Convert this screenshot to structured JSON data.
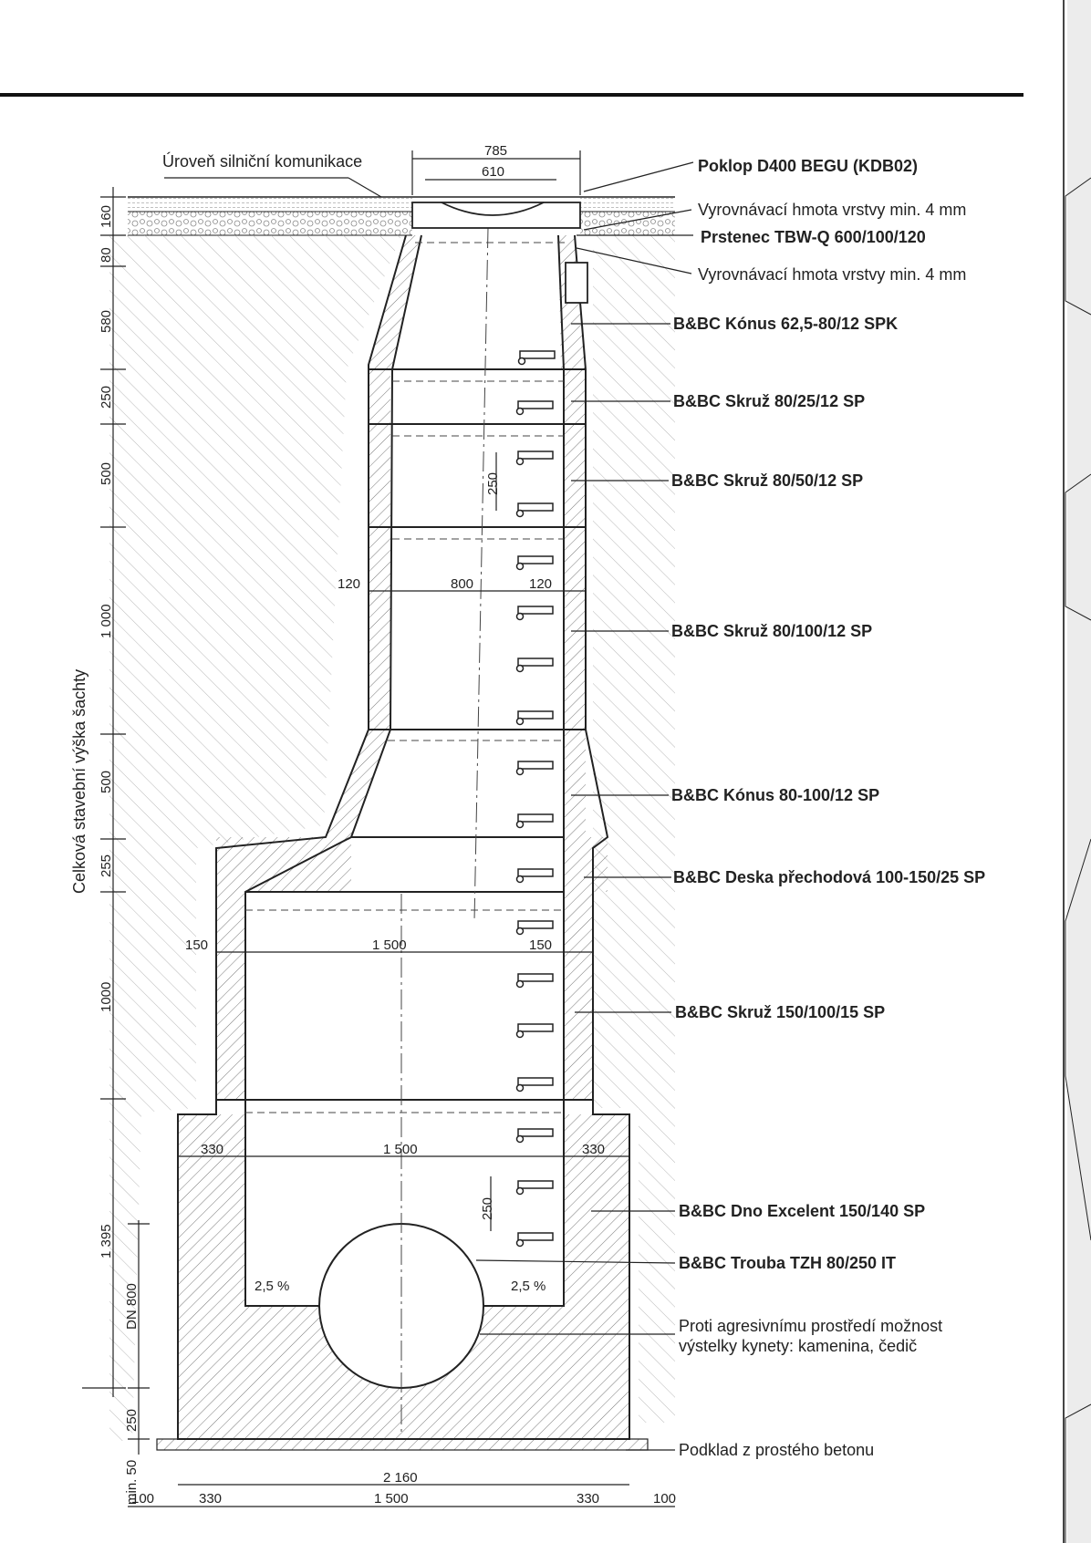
{
  "road_label": "Úroveň silniční komunikace",
  "vertical_title": "Celková stavební výška šachty",
  "components": [
    {
      "label": "Poklop D400 BEGU (KDB02)",
      "bold": true
    },
    {
      "label": "Vyrovnávací hmota vrstvy min. 4 mm",
      "bold": false
    },
    {
      "label": "Prstenec TBW-Q 600/100/120",
      "bold": true
    },
    {
      "label": "Vyrovnávací hmota vrstvy min. 4 mm",
      "bold": false
    },
    {
      "label": "B&BC Kónus 62,5-80/12 SPK",
      "bold": true
    },
    {
      "label": "B&BC Skruž 80/25/12 SP",
      "bold": true
    },
    {
      "label": "B&BC Skruž 80/50/12 SP",
      "bold": true
    },
    {
      "label": "B&BC Skruž 80/100/12 SP",
      "bold": true
    },
    {
      "label": "B&BC Kónus 80-100/12 SP",
      "bold": true
    },
    {
      "label": "B&BC Deska přechodová 100-150/25 SP",
      "bold": true
    },
    {
      "label": "B&BC Skruž 150/100/15 SP",
      "bold": true
    },
    {
      "label": "B&BC Dno Excelent 150/140 SP",
      "bold": true
    },
    {
      "label": "B&BC Trouba TZH 80/250 IT",
      "bold": true
    },
    {
      "label": "Proti agresivnímu prostředí možnost",
      "bold": false
    },
    {
      "label": "výstelky kynety: kamenina, čedič",
      "bold": false
    },
    {
      "label": "Podklad z prostého betonu",
      "bold": false
    }
  ],
  "dimensions": {
    "top_outer": "785",
    "top_inner": "610",
    "vertical": [
      "160",
      "80",
      "580",
      "250",
      "500",
      "1 000",
      "500",
      "255",
      "1000",
      "1 395",
      "250",
      "min. 50"
    ],
    "dn": "DN 800",
    "step_250_a": "250",
    "step_250_b": "250",
    "upper_wall_left": "120",
    "upper_inner": "800",
    "upper_wall_right": "120",
    "mid_wall_left": "150",
    "mid_inner": "1 500",
    "mid_wall_right": "150",
    "base_wall_left": "330",
    "base_inner": "1 500",
    "base_wall_right": "330",
    "total_width": "2 160",
    "bottom": [
      "100",
      "330",
      "1 500",
      "330",
      "100"
    ],
    "slope_left": "2,5 %",
    "slope_right": "2,5 %"
  }
}
